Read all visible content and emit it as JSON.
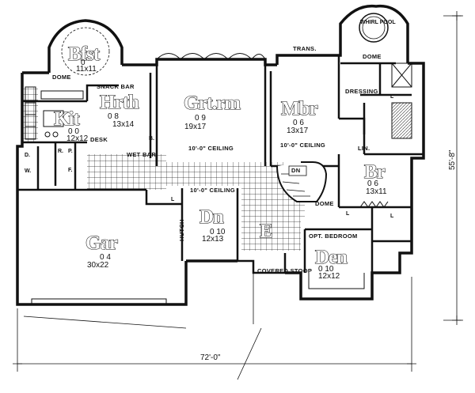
{
  "rooms": {
    "bkfst": {
      "name": "Bfst",
      "dims": "11x11",
      "sub": "0"
    },
    "hearth": {
      "name": "Hrth",
      "dims": "13x14",
      "sub": "0   8"
    },
    "great": {
      "name": "Grt.rm",
      "dims": "19x17",
      "sub": "0   9"
    },
    "master": {
      "name": "Mbr",
      "dims": "13x17",
      "sub": "0   6"
    },
    "kitchen": {
      "name": "Kit",
      "dims": "12x12",
      "sub": "0   0"
    },
    "bedroom": {
      "name": "Br",
      "dims": "13x11",
      "sub": "0   6"
    },
    "dining": {
      "name": "Dn",
      "dims": "12x13",
      "sub": "0   10"
    },
    "entry": {
      "name": "E"
    },
    "den": {
      "name": "Den",
      "dims": "12x12",
      "sub": "0   10"
    },
    "garage": {
      "name": "Gar",
      "dims": "30x22",
      "sub": "0   4"
    }
  },
  "labels": {
    "dome1": "DOME",
    "dome2": "DOME",
    "dome3": "DOME",
    "whirlpool": "WHIRL POOL",
    "snack_bar": "SNACK BAR",
    "trans": "TRANS.",
    "dressing": "DRESSING",
    "ceiling_great": "10'-0\" CEILING",
    "ceiling_master": "10'-0\" CEILING",
    "ceiling_dining": "10'-0\" CEILING",
    "lin": "LIN.",
    "desk": "DESK",
    "wet_bar": "WET BAR",
    "dn": "DN",
    "opt_bedroom": "OPT. BEDROOM",
    "hutch": "HUTCH",
    "covered_stoop": "COVERED STOOP",
    "r": "R.",
    "p": "P.",
    "d": "D.",
    "w": "W.",
    "f": "F.",
    "b": "B.",
    "l1": "L",
    "l2": "L",
    "l3": "L",
    "l4": "L"
  },
  "dimensions": {
    "width": "72'-0\"",
    "depth": "55'-8\""
  }
}
